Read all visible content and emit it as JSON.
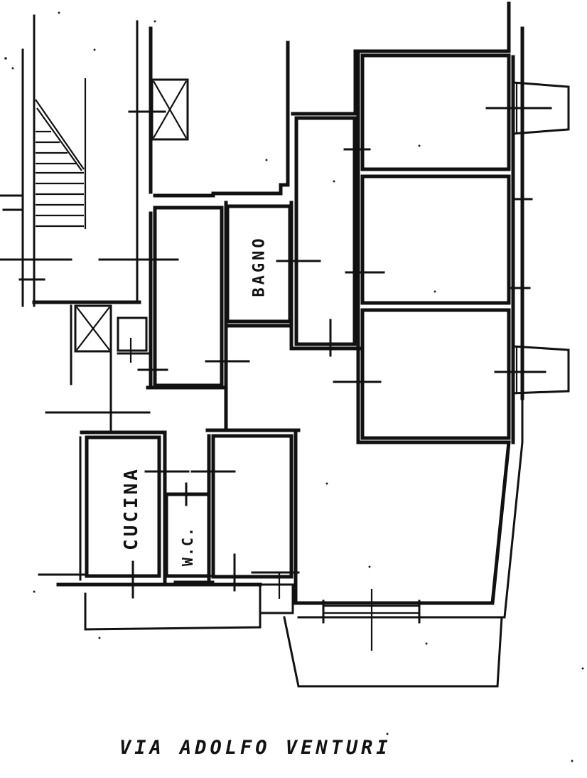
{
  "document": {
    "type": "floor-plan",
    "street_label": "VIA ADOLFO VENTURI"
  },
  "rooms": {
    "kitchen": {
      "label": "CUCINA"
    },
    "bathroom": {
      "label": "BAGNO"
    },
    "wc": {
      "label": "W.C."
    }
  },
  "features": {
    "staircase": "stair-icon",
    "shafts": [
      "shaft-x-icon",
      "shaft-x-icon"
    ],
    "balconies": [
      "balcony-top",
      "balcony-middle",
      "balcony-bottom"
    ]
  },
  "colors": {
    "ink": "#111111",
    "paper": "#ffffff"
  }
}
